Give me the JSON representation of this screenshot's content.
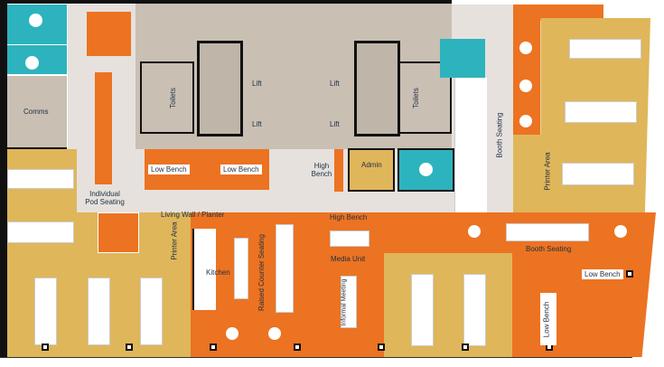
{
  "colors": {
    "orange": "#ec7321",
    "mustard": "#dfb65a",
    "teal": "#2db3bd",
    "core": "#c9bfb3",
    "corridor": "#e6e1dd"
  },
  "labels": {
    "comms": "Comms",
    "toilets_left": "Toilets",
    "toilets_right": "Toilets",
    "lift_1": "Lift",
    "lift_2": "Lift",
    "lift_3": "Lift",
    "lift_4": "Lift",
    "low_bench_1": "Low Bench",
    "low_bench_2": "Low Bench",
    "low_bench_3": "Low Bench",
    "low_bench_4": "Low Bench",
    "high_bench_top": "High Bench",
    "high_bench_bottom": "High Bench",
    "admin": "Admin",
    "booth_seating_top": "Booth Seating",
    "booth_seating_bottom": "Booth Seating",
    "printer_area_right": "Printer Area",
    "printer_area_left": "Printer Area",
    "pod_seating": "Individual Pod Seating",
    "living_wall": "Living Wall / Planter",
    "kitchen": "Kitchen",
    "raised_counter": "Raised Counter Seating",
    "media_unit": "Media Unit",
    "informal_meeting": "Informal Meeting"
  }
}
